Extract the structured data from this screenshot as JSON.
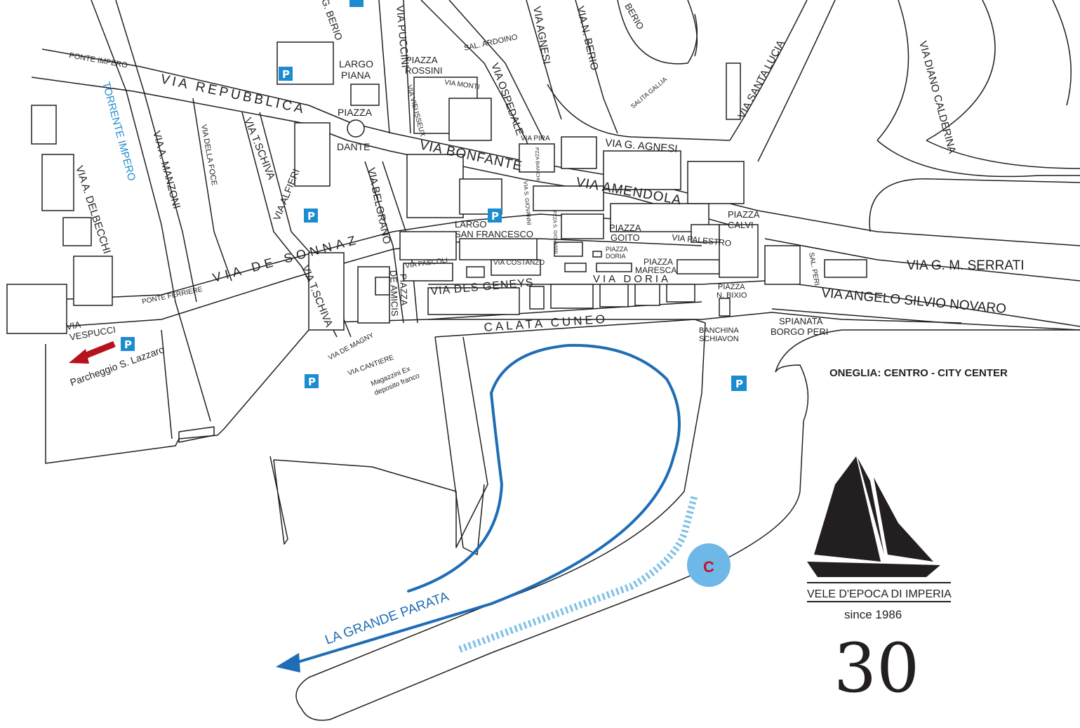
{
  "map": {
    "district_title": "ONEGLIA: CENTRO - CITY CENTER",
    "route_label": "LA GRANDE PARATA",
    "parking_label": "Parcheggio S. Lazzaro",
    "parking_symbol": "P",
    "marker_label": "C",
    "river": "TORRENTE IMPERO",
    "streets": {
      "repubblica": "VIA REPUBBLICA",
      "bonfante": "VIA BONFANTE",
      "amendola": "VIA AMENDOLA",
      "de_sonnaz": "VIA DE SONNAZ",
      "serrati": "VIA G. M. SERRATI",
      "novaro": "VIA ANGELO SILVIO NOVARO",
      "calata_cuneo": "CALATA CUNEO",
      "via_doria": "VIA DORIA",
      "des_geneys": "VIA DES GENEYS",
      "g_agnesi": "VIA G. AGNESI",
      "agnesi_top": "VIA AGNESI",
      "n_berio": "VIA N. BERIO",
      "g_berio": "G. BERIO",
      "berio_top": "BERIO",
      "puccini": "VIA PUCCINI",
      "ospedale": "VIA OSPEDALE",
      "santa_lucia": "VIA SANTA LUCIA",
      "diano_calderina": "VIA DIANO CALDERINA",
      "manzoni": "VIA A. MANZONI",
      "della_foce": "VIA DELLA FOCE",
      "t_schiva_north": "VIA T.SCHIVA",
      "t_schiva_south": "VIA T.SCHIVA",
      "alfieri": "VIA ALFIERI",
      "belgrano": "VIA BELGRANO",
      "delbecchi": "VIA A. DELBECCHI",
      "vespucci_1": "VIA",
      "vespucci_2": "VESPUCCI",
      "ponte_impero": "PONTE IMPERO",
      "ponte_ferriere": "PONTE FERRIERE",
      "largo_piana_1": "LARGO",
      "largo_piana_2": "PIANA",
      "piazza_dante_1": "PIAZZA",
      "piazza_dante_2": "DANTE",
      "piazza_rossini_1": "PIAZZA",
      "piazza_rossini_2": "ROSSINI",
      "sal_ardoino": "SAL. ARDOINO",
      "via_monti": "VIA MONTI",
      "via_vieusseux": "VIA VIEUSSEUX",
      "via_pira": "VIA PIRA",
      "largo_sf_1": "LARGO",
      "largo_sf_2": "SAN FRANCESCO",
      "via_pascoli": "VIA PASCOLI",
      "via_costanzo": "VIA COSTANZO",
      "piazza_goito_1": "PIAZZA",
      "piazza_goito_2": "GOITO",
      "piazza_doria_1": "PIAZZA",
      "piazza_doria_2": "DORIA",
      "piazza_maresca_1": "PIAZZA",
      "piazza_maresca_2": "MARESCA",
      "via_palestro": "VIA PALESTRO",
      "piazza_calvi_1": "PIAZZA",
      "piazza_calvi_2": "CALVI",
      "piazza_bixio_1": "PIAZZA",
      "piazza_bixio_2": "N. BIXIO",
      "banchina_1": "BANCHINA",
      "banchina_2": "SCHIAVON",
      "spianata_1": "SPIANATA",
      "spianata_2": "BORGO PERI",
      "sal_peri": "SAL. PERI",
      "piazza_de_amicis_1": "PIAZZA",
      "piazza_de_amicis_2": "DE AMICIS",
      "via_de_magny": "VIA DE MAGNY",
      "via_cantiere": "VIA CANTIERE",
      "magazzini_1": "Magazzini Ex",
      "magazzini_2": "deposito franco",
      "salita_gallia": "SALITA GALLIA",
      "s_giovanni": "VIA S. GIOVANNI",
      "pzza_bianchi": "PZZA BIANCHI",
      "pzza_s_giovanni": "PZZA S. GIOVANNI"
    }
  },
  "logo": {
    "name": "VELE D'EPOCA DI IMPERIA",
    "since": "since 1986",
    "anniversary": "30"
  },
  "colors": {
    "route": "#1f6db5",
    "dashed_route": "#7cc0e8",
    "parking": "#1a8ccf",
    "river_text": "#1f8ed0",
    "arrow": "#b5121b",
    "marker": "#6db8e6",
    "marker_text": "#c8102e"
  }
}
